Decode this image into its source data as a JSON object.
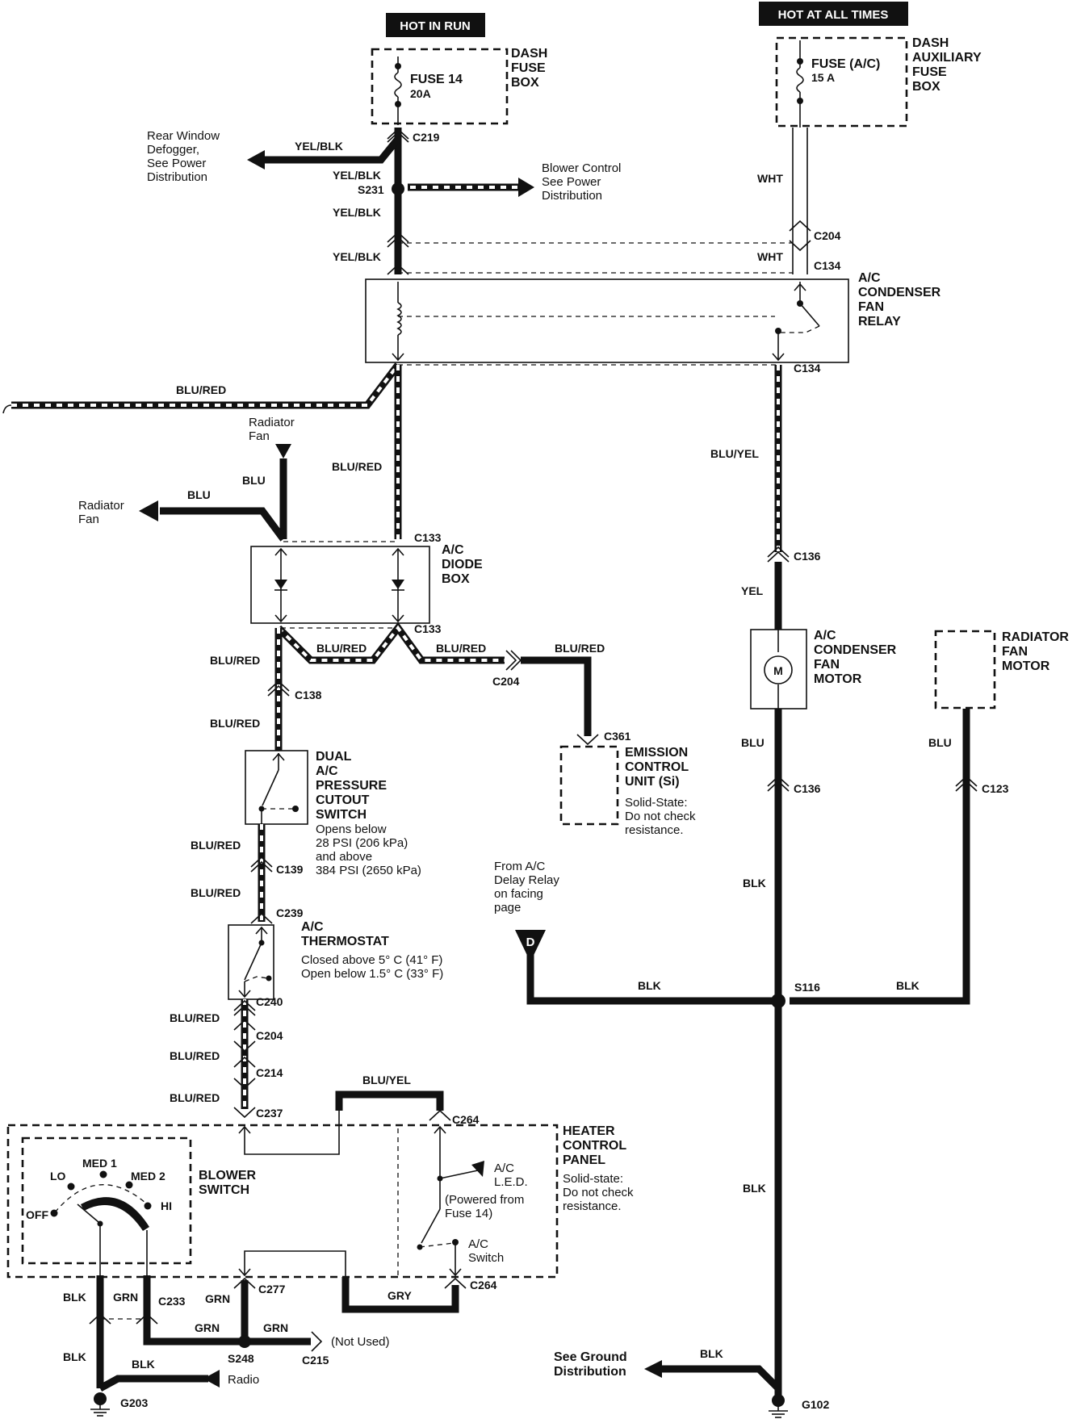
{
  "labels": {
    "hot_in_run": "HOT IN RUN",
    "hot_at_all_times": "HOT AT ALL TIMES",
    "dash_fuse_box": [
      "DASH",
      "FUSE",
      "BOX"
    ],
    "fuse14": [
      "FUSE 14",
      "20A"
    ],
    "dash_aux_fuse_box": [
      "DASH",
      "AUXILIARY",
      "FUSE",
      "BOX"
    ],
    "fuse_ac": [
      "FUSE (A/C)",
      "15 A"
    ],
    "rear_defogger": [
      "Rear Window",
      "Defogger,",
      "See Power",
      "Distribution"
    ],
    "blower_control": [
      "Blower Control",
      "See Power",
      "Distribution"
    ],
    "ac_condenser_fan_relay": [
      "A/C",
      "CONDENSER",
      "FAN",
      "RELAY"
    ],
    "radiator_fan_up": [
      "Radiator",
      "Fan"
    ],
    "radiator_fan_left": [
      "Radiator",
      "Fan"
    ],
    "ac_diode_box": [
      "A/C",
      "DIODE",
      "BOX"
    ],
    "ac_condenser_fan_motor": [
      "A/C",
      "CONDENSER",
      "FAN",
      "MOTOR"
    ],
    "radiator_fan_motor": [
      "RADIATOR",
      "FAN",
      "MOTOR"
    ],
    "emission_control_unit": [
      "EMISSION",
      "CONTROL",
      "UNIT (Si)"
    ],
    "solid_state_ecu": [
      "Solid-State:",
      "Do not check",
      "resistance."
    ],
    "dual_pressure_switch": [
      "DUAL",
      "A/C",
      "PRESSURE",
      "CUTOUT",
      "SWITCH"
    ],
    "pressure_note": [
      "Opens below",
      "28 PSI (206 kPa)",
      "and above",
      "384 PSI (2650 kPa)"
    ],
    "from_delay_relay": [
      "From A/C",
      "Delay Relay",
      "on facing",
      "page"
    ],
    "ref_d": "D",
    "ac_thermostat": [
      "A/C",
      "THERMOSTAT"
    ],
    "thermostat_note": [
      "Closed above 5° C (41° F)",
      "Open below 1.5° C (33° F)"
    ],
    "heater_control_panel": [
      "HEATER",
      "CONTROL",
      "PANEL"
    ],
    "solid_state_panel": [
      "Solid-state:",
      "Do not check",
      "resistance."
    ],
    "blower_switch": [
      "BLOWER",
      "SWITCH"
    ],
    "blower_positions": [
      "OFF",
      "LO",
      "MED 1",
      "MED 2",
      "HI"
    ],
    "ac_led": [
      "A/C",
      "L.E.D."
    ],
    "powered_from": [
      "(Powered from",
      "Fuse 14)"
    ],
    "ac_switch": [
      "A/C",
      "Switch"
    ],
    "not_used": "(Not Used)",
    "radio": "Radio",
    "see_ground": [
      "See Ground",
      "Distribution"
    ],
    "motor_m": "M"
  },
  "wires": {
    "yel_blk_1": "YEL/BLK",
    "yel_blk_2": "YEL/BLK",
    "yel_blk_3": "YEL/BLK",
    "yel_blk_4": "YEL/BLK",
    "wht_1": "WHT",
    "wht_2": "WHT",
    "blu_red_left": "BLU/RED",
    "blu_red_center": "BLU/RED",
    "blu_yel_right": "BLU/YEL",
    "yel": "YEL",
    "blu_motor": "BLU",
    "blu_rad_motor": "BLU",
    "blk_center_right": "BLK",
    "blk_lower_right": "BLK",
    "blk_bus_left": "BLK",
    "blk_bus_right": "BLK",
    "blk_ground_dist": "BLK",
    "blu_rad_up": "BLU",
    "blu_rad_left": "BLU",
    "blu_red_diode_l": "BLU/RED",
    "blu_red_diode_mid": "BLU/RED",
    "blu_red_diode_r": "BLU/RED",
    "blu_red_ecu": "BLU/RED",
    "blu_red_c138": "BLU/RED",
    "blu_red_a": "BLU/RED",
    "blu_red_b": "BLU/RED",
    "blu_red_c": "BLU/RED",
    "blu_red_d": "BLU/RED",
    "blu_red_e": "BLU/RED",
    "blu_yel_panel": "BLU/YEL",
    "blk_sw": "BLK",
    "grn_sw": "GRN",
    "grn_c277": "GRN",
    "gry": "GRY",
    "grn_s248l": "GRN",
    "grn_s248r": "GRN",
    "blk_low": "BLK",
    "blk_radio": "BLK"
  },
  "connectors": {
    "c219": "C219",
    "s231": "S231",
    "c204_top": "C204",
    "c134_top": "C134",
    "c134_bot": "C134",
    "c133_top": "C133",
    "c133_bot": "C133",
    "c136_top": "C136",
    "c136_bot": "C136",
    "c204_mid": "C204",
    "c361": "C361",
    "c138": "C138",
    "c139": "C139",
    "c239": "C239",
    "c240": "C240",
    "c204_low": "C204",
    "c214": "C214",
    "c237": "C237",
    "c264_top": "C264",
    "c264_bot": "C264",
    "c277": "C277",
    "c233": "C233",
    "s248": "S248",
    "c215": "C215",
    "g203": "G203",
    "g102": "G102",
    "s116": "S116",
    "c123": "C123"
  }
}
